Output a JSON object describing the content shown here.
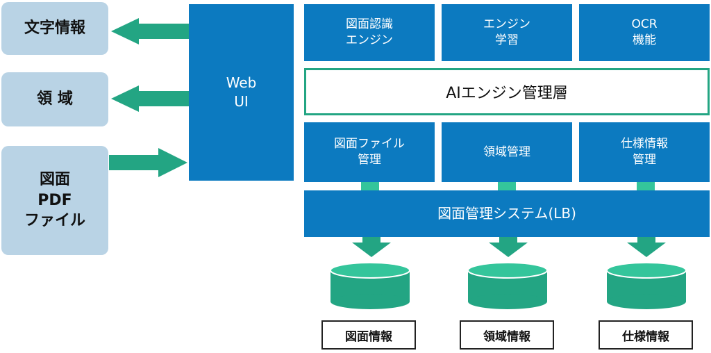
{
  "colors": {
    "side_box": "#b9d3e5",
    "blue_box": "#0c7ac0",
    "accent_green": "#23a583",
    "cylinder_top": "#34c59b"
  },
  "sources": {
    "text_info": "文字情報",
    "region": "領 域",
    "pdf_file": "図面\nPDF\nファイル"
  },
  "web_ui": "Web\nUI",
  "engines": {
    "drawing_recognition": "図面認識\nエンジン",
    "engine_learning": "エンジン\n学習",
    "ocr": "OCR\n機能"
  },
  "ai_layer": "AIエンジン管理層",
  "modules": {
    "drawing_file_mgmt": "図面ファイル\n管理",
    "region_mgmt": "領域管理",
    "spec_info_mgmt": "仕様情報\n管理"
  },
  "system": "図面管理システム(LB)",
  "databases": {
    "drawing_info": "図面情報",
    "region_info": "領域情報",
    "spec_info": "仕様情報"
  }
}
